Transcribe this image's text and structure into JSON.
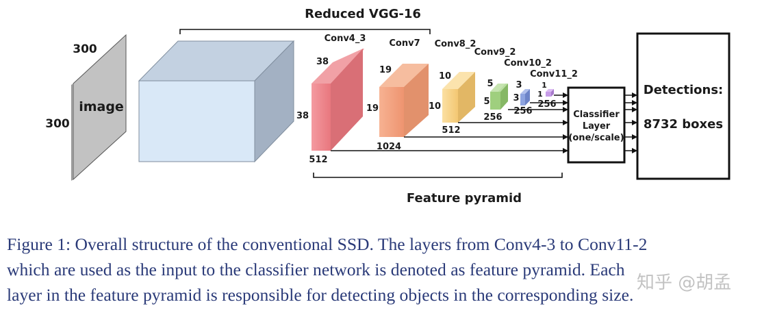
{
  "diagram": {
    "title": "Reduced VGG-16",
    "input": {
      "label": "image",
      "width_label": "300",
      "height_label": "300"
    },
    "layers": [
      {
        "name": "Conv4_3",
        "size_label": "38",
        "size_label_2": "38",
        "depth_label": "512",
        "color": "#f0868c"
      },
      {
        "name": "Conv7",
        "size_label": "19",
        "size_label_2": "19",
        "depth_label": "1024",
        "color": "#f4a27e"
      },
      {
        "name": "Conv8_2",
        "size_label": "10",
        "size_label_2": "10",
        "depth_label": "512",
        "color": "#f8d17e"
      },
      {
        "name": "Conv9_2",
        "size_label": "5",
        "size_label_2": "5",
        "depth_label": "256",
        "color": "#9fcf7e"
      },
      {
        "name": "Conv10_2",
        "size_label": "3",
        "size_label_2": "3",
        "depth_label": "256",
        "color": "#8ea4e0"
      },
      {
        "name": "Conv11_2",
        "size_label": "1",
        "size_label_2": "1",
        "depth_label": "256",
        "color": "#c79ce8"
      }
    ],
    "classifier": {
      "line1": "Classifier",
      "line2": "Layer",
      "line3": "(one/scale)"
    },
    "detections": {
      "line1": "Detections:",
      "line2": "8732 boxes"
    },
    "pyramid_label": "Feature pyramid",
    "colors": {
      "vgg_front": "#d9e8f7",
      "vgg_side": "#9aa9bb",
      "vgg_top": "#bccbdc",
      "image_face": "#bdbdbd"
    }
  },
  "caption": {
    "line1": "Figure 1: Overall structure of the conventional SSD. The layers from Conv4-3 to Conv11-2",
    "line2": "which are used as the input to the classifier network is denoted as feature pyramid. Each",
    "line3": "layer in the feature pyramid is responsible for detecting objects in the corresponding size."
  },
  "watermark": "知乎 @胡孟"
}
